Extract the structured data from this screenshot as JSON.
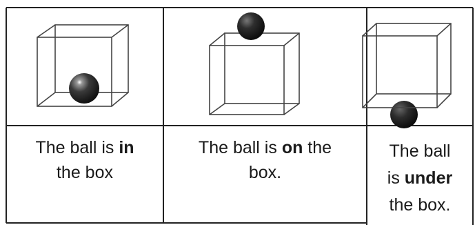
{
  "panels": [
    {
      "id": "in",
      "caption_before": "The ball is ",
      "caption_keyword": "in",
      "caption_after": " the box",
      "line1_before": "The ball is ",
      "line1_keyword": "in",
      "line2": "the box"
    },
    {
      "id": "on",
      "line1_before": "The ball is ",
      "line1_keyword": "on",
      "line1_after": " the",
      "line2": "box."
    },
    {
      "id": "under",
      "line1": "The ball",
      "line2_before": "is ",
      "line2_keyword": "under",
      "line3": "the box."
    }
  ]
}
